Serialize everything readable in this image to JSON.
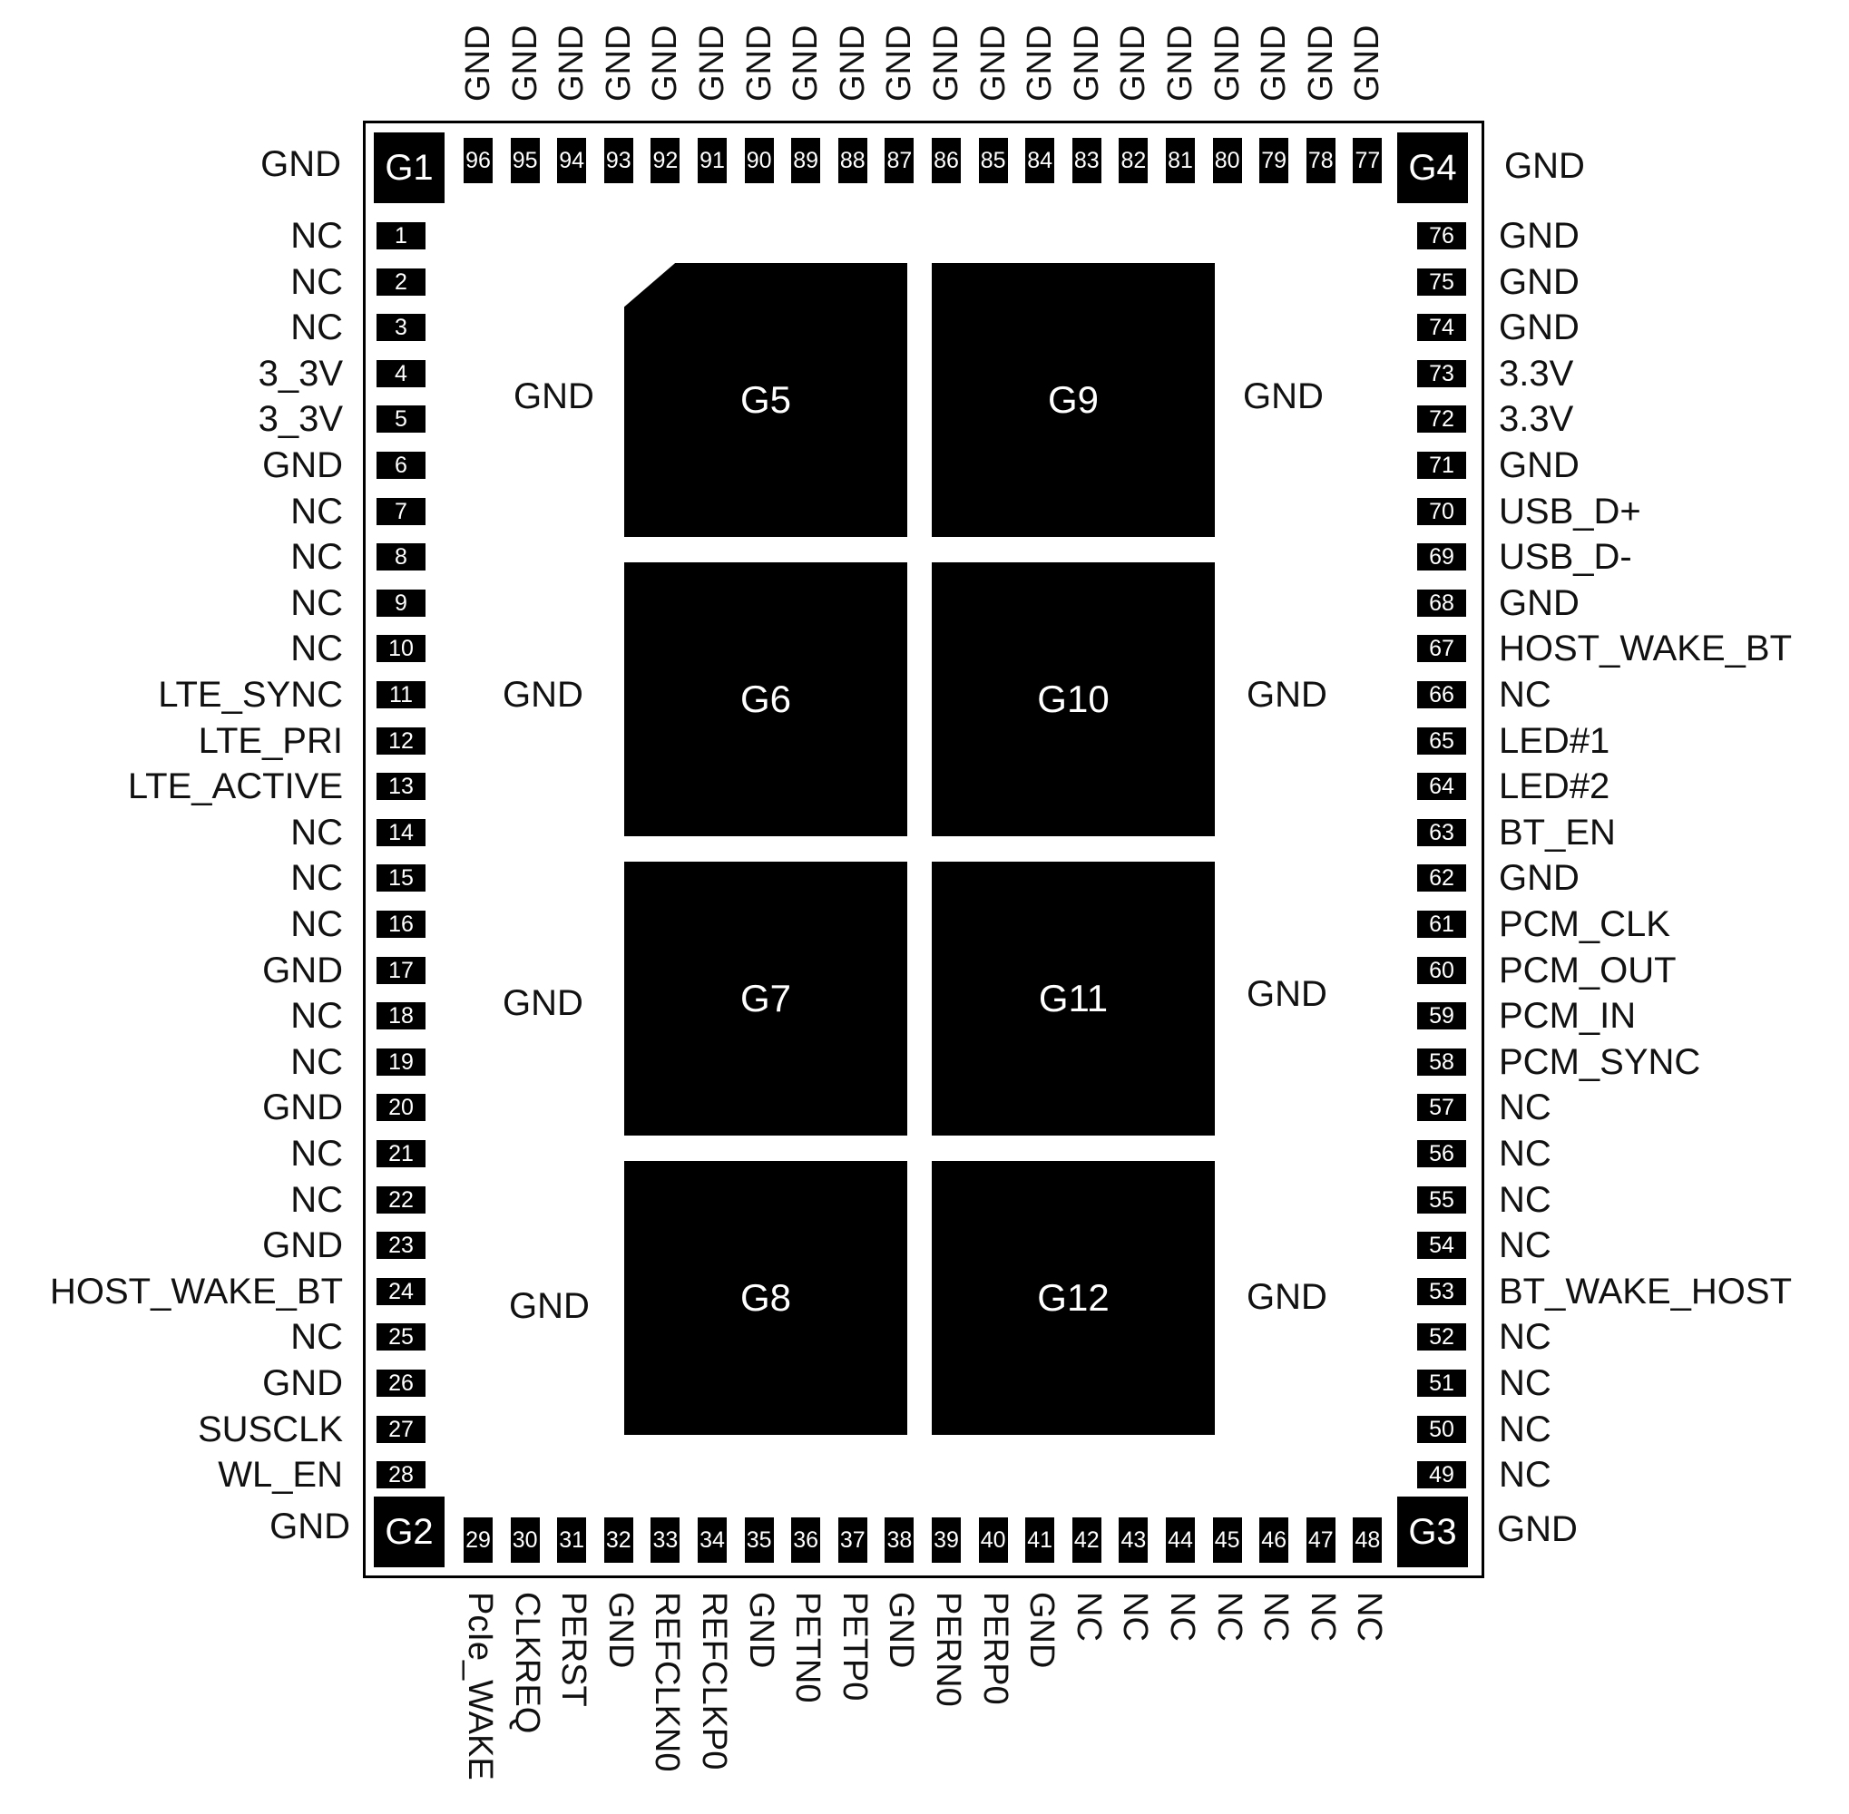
{
  "diagram": {
    "corner_pads": [
      {
        "id": "G1",
        "label": "GND"
      },
      {
        "id": "G2",
        "label": "GND"
      },
      {
        "id": "G3",
        "label": "GND"
      },
      {
        "id": "G4",
        "label": "GND"
      }
    ],
    "left_pins": [
      {
        "num": "1",
        "label": "NC"
      },
      {
        "num": "2",
        "label": "NC"
      },
      {
        "num": "3",
        "label": "NC"
      },
      {
        "num": "4",
        "label": "3_3V"
      },
      {
        "num": "5",
        "label": "3_3V"
      },
      {
        "num": "6",
        "label": "GND"
      },
      {
        "num": "7",
        "label": "NC"
      },
      {
        "num": "8",
        "label": "NC"
      },
      {
        "num": "9",
        "label": "NC"
      },
      {
        "num": "10",
        "label": "NC"
      },
      {
        "num": "11",
        "label": "LTE_SYNC"
      },
      {
        "num": "12",
        "label": "LTE_PRI"
      },
      {
        "num": "13",
        "label": "LTE_ACTIVE"
      },
      {
        "num": "14",
        "label": "NC"
      },
      {
        "num": "15",
        "label": "NC"
      },
      {
        "num": "16",
        "label": "NC"
      },
      {
        "num": "17",
        "label": "GND"
      },
      {
        "num": "18",
        "label": "NC"
      },
      {
        "num": "19",
        "label": "NC"
      },
      {
        "num": "20",
        "label": "GND"
      },
      {
        "num": "21",
        "label": "NC"
      },
      {
        "num": "22",
        "label": "NC"
      },
      {
        "num": "23",
        "label": "GND"
      },
      {
        "num": "24",
        "label": "HOST_WAKE_BT"
      },
      {
        "num": "25",
        "label": "NC"
      },
      {
        "num": "26",
        "label": "GND"
      },
      {
        "num": "27",
        "label": "SUSCLK"
      },
      {
        "num": "28",
        "label": "WL_EN"
      }
    ],
    "right_pins": [
      {
        "num": "76",
        "label": "GND"
      },
      {
        "num": "75",
        "label": "GND"
      },
      {
        "num": "74",
        "label": "GND"
      },
      {
        "num": "73",
        "label": "3.3V"
      },
      {
        "num": "72",
        "label": "3.3V"
      },
      {
        "num": "71",
        "label": "GND"
      },
      {
        "num": "70",
        "label": "USB_D+"
      },
      {
        "num": "69",
        "label": "USB_D-"
      },
      {
        "num": "68",
        "label": "GND"
      },
      {
        "num": "67",
        "label": "HOST_WAKE_BT"
      },
      {
        "num": "66",
        "label": "NC"
      },
      {
        "num": "65",
        "label": "LED#1"
      },
      {
        "num": "64",
        "label": "LED#2"
      },
      {
        "num": "63",
        "label": "BT_EN"
      },
      {
        "num": "62",
        "label": "GND"
      },
      {
        "num": "61",
        "label": "PCM_CLK"
      },
      {
        "num": "60",
        "label": "PCM_OUT"
      },
      {
        "num": "59",
        "label": "PCM_IN"
      },
      {
        "num": "58",
        "label": "PCM_SYNC"
      },
      {
        "num": "57",
        "label": "NC"
      },
      {
        "num": "56",
        "label": "NC"
      },
      {
        "num": "55",
        "label": "NC"
      },
      {
        "num": "54",
        "label": "NC"
      },
      {
        "num": "53",
        "label": "BT_WAKE_HOST"
      },
      {
        "num": "52",
        "label": "NC"
      },
      {
        "num": "51",
        "label": "NC"
      },
      {
        "num": "50",
        "label": "NC"
      },
      {
        "num": "49",
        "label": "NC"
      }
    ],
    "top_pins": [
      {
        "num": "96",
        "label": "GND"
      },
      {
        "num": "95",
        "label": "GND"
      },
      {
        "num": "94",
        "label": "GND"
      },
      {
        "num": "93",
        "label": "GND"
      },
      {
        "num": "92",
        "label": "GND"
      },
      {
        "num": "91",
        "label": "GND"
      },
      {
        "num": "90",
        "label": "GND"
      },
      {
        "num": "89",
        "label": "GND"
      },
      {
        "num": "88",
        "label": "GND"
      },
      {
        "num": "87",
        "label": "GND"
      },
      {
        "num": "86",
        "label": "GND"
      },
      {
        "num": "85",
        "label": "GND"
      },
      {
        "num": "84",
        "label": "GND"
      },
      {
        "num": "83",
        "label": "GND"
      },
      {
        "num": "82",
        "label": "GND"
      },
      {
        "num": "81",
        "label": "GND"
      },
      {
        "num": "80",
        "label": "GND"
      },
      {
        "num": "79",
        "label": "GND"
      },
      {
        "num": "78",
        "label": "GND"
      },
      {
        "num": "77",
        "label": "GND"
      }
    ],
    "bottom_pins": [
      {
        "num": "29",
        "label": "PcIe_WAKE"
      },
      {
        "num": "30",
        "label": "CLKREQ"
      },
      {
        "num": "31",
        "label": "PERST"
      },
      {
        "num": "32",
        "label": "GND"
      },
      {
        "num": "33",
        "label": "REFCLKN0"
      },
      {
        "num": "34",
        "label": "REFCLKP0"
      },
      {
        "num": "35",
        "label": "GND"
      },
      {
        "num": "36",
        "label": "PETN0"
      },
      {
        "num": "37",
        "label": "PETP0"
      },
      {
        "num": "38",
        "label": "GND"
      },
      {
        "num": "39",
        "label": "PERN0"
      },
      {
        "num": "40",
        "label": "PERP0"
      },
      {
        "num": "41",
        "label": "GND"
      },
      {
        "num": "42",
        "label": "NC"
      },
      {
        "num": "43",
        "label": "NC"
      },
      {
        "num": "44",
        "label": "NC"
      },
      {
        "num": "45",
        "label": "NC"
      },
      {
        "num": "46",
        "label": "NC"
      },
      {
        "num": "47",
        "label": "NC"
      },
      {
        "num": "48",
        "label": "NC"
      }
    ],
    "center_pads": [
      {
        "id": "G5",
        "label": "GND"
      },
      {
        "id": "G6",
        "label": "GND"
      },
      {
        "id": "G7",
        "label": "GND"
      },
      {
        "id": "G8",
        "label": "GND"
      },
      {
        "id": "G9",
        "label": "GND"
      },
      {
        "id": "G10",
        "label": "GND"
      },
      {
        "id": "G11",
        "label": "GND"
      },
      {
        "id": "G12",
        "label": "GND"
      }
    ]
  }
}
